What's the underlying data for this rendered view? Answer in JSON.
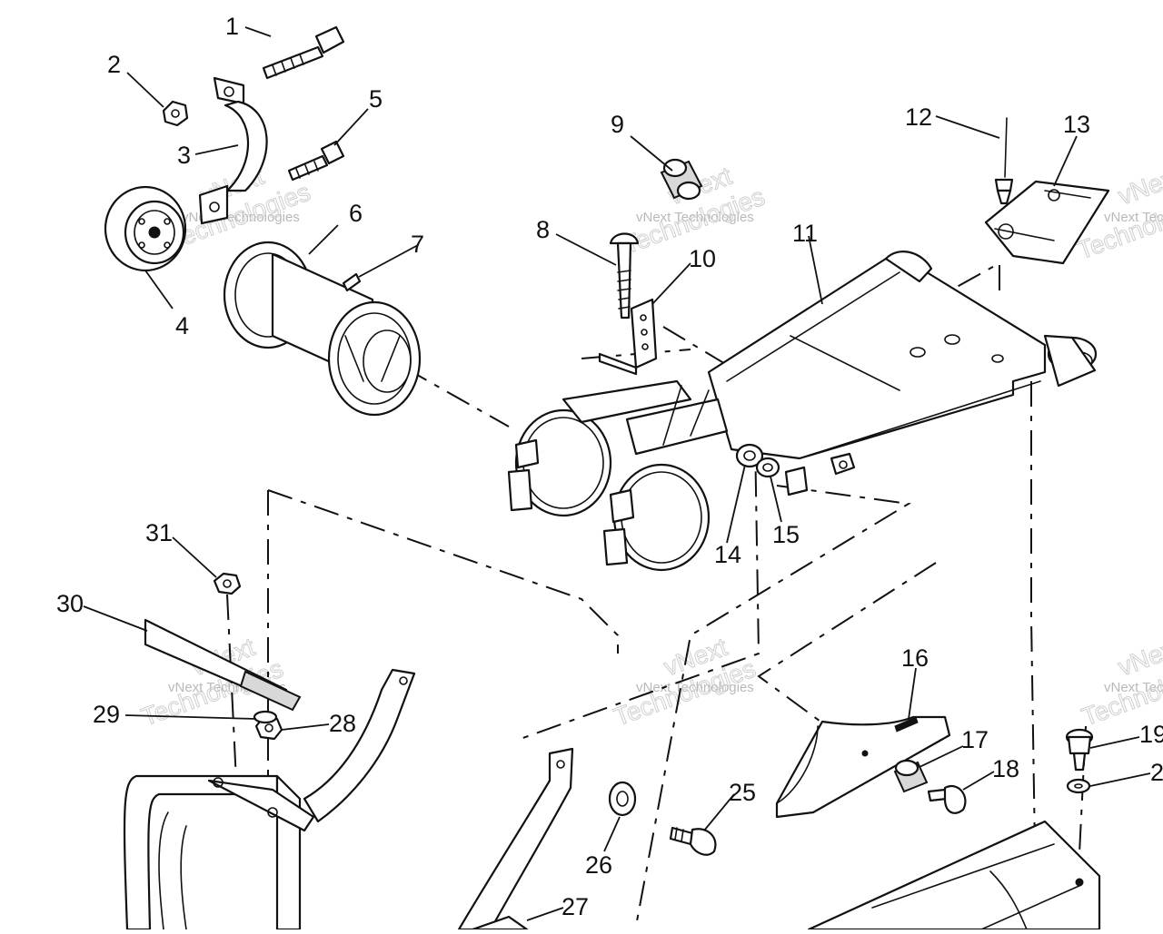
{
  "diagram": {
    "watermark_text": "vNext Technologies",
    "watermark_line1": "vNext",
    "watermark_line2": "Technologies",
    "callouts": [
      {
        "id": "c1",
        "label": "1"
      },
      {
        "id": "c2",
        "label": "2"
      },
      {
        "id": "c3",
        "label": "3"
      },
      {
        "id": "c4",
        "label": "4"
      },
      {
        "id": "c5",
        "label": "5"
      },
      {
        "id": "c6",
        "label": "6"
      },
      {
        "id": "c7",
        "label": "7"
      },
      {
        "id": "c8",
        "label": "8"
      },
      {
        "id": "c9",
        "label": "9"
      },
      {
        "id": "c10",
        "label": "10"
      },
      {
        "id": "c11",
        "label": "11"
      },
      {
        "id": "c12",
        "label": "12"
      },
      {
        "id": "c13",
        "label": "13"
      },
      {
        "id": "c14",
        "label": "14"
      },
      {
        "id": "c15",
        "label": "15"
      },
      {
        "id": "c16",
        "label": "16"
      },
      {
        "id": "c17",
        "label": "17"
      },
      {
        "id": "c18",
        "label": "18"
      },
      {
        "id": "c19",
        "label": "19"
      },
      {
        "id": "c20",
        "label": "2"
      },
      {
        "id": "c25",
        "label": "25"
      },
      {
        "id": "c26",
        "label": "26"
      },
      {
        "id": "c27",
        "label": "27"
      },
      {
        "id": "c28",
        "label": "28"
      },
      {
        "id": "c29",
        "label": "29"
      },
      {
        "id": "c30",
        "label": "30"
      },
      {
        "id": "c31",
        "label": "31"
      }
    ]
  }
}
